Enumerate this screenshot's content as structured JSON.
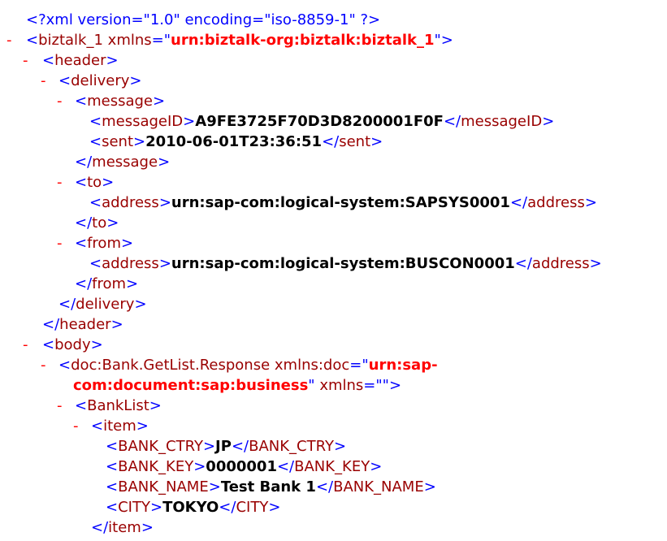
{
  "xml_decl": {
    "prefix": "<?",
    "text": "xml version=\"1.0\" encoding=\"iso-8859-1\" ",
    "suffix": "?>"
  },
  "toggle_symbol": "-",
  "root": {
    "name": "biztalk_1",
    "attr_name": "xmlns",
    "attr_value": "urn:biztalk-org:biztalk:biztalk_1"
  },
  "header": {
    "name": "header"
  },
  "delivery": {
    "name": "delivery"
  },
  "message": {
    "name": "message"
  },
  "messageID": {
    "name": "messageID",
    "value": "A9FE3725F70D3D8200001F0F"
  },
  "sent": {
    "name": "sent",
    "value": "2010-06-01T23:36:51"
  },
  "to": {
    "name": "to"
  },
  "to_address": {
    "name": "address",
    "value": "urn:sap-com:logical-system:SAPSYS0001"
  },
  "from": {
    "name": "from"
  },
  "from_address": {
    "name": "address",
    "value": "urn:sap-com:logical-system:BUSCON0001"
  },
  "body": {
    "name": "body"
  },
  "response": {
    "name": "doc:Bank.GetList.Response",
    "attr1_name": "xmlns:doc",
    "attr1_value_line1": "urn:sap-",
    "attr1_value_line2": "com:document:sap:business",
    "attr2_name": "xmlns",
    "attr2_value": ""
  },
  "banklist": {
    "name": "BankList"
  },
  "item": {
    "name": "item"
  },
  "bank_ctry": {
    "name": "BANK_CTRY",
    "value": "JP"
  },
  "bank_key": {
    "name": "BANK_KEY",
    "value": "0000001"
  },
  "bank_name": {
    "name": "BANK_NAME",
    "value": "Test Bank 1"
  },
  "city": {
    "name": "CITY",
    "value": "TOKYO"
  }
}
